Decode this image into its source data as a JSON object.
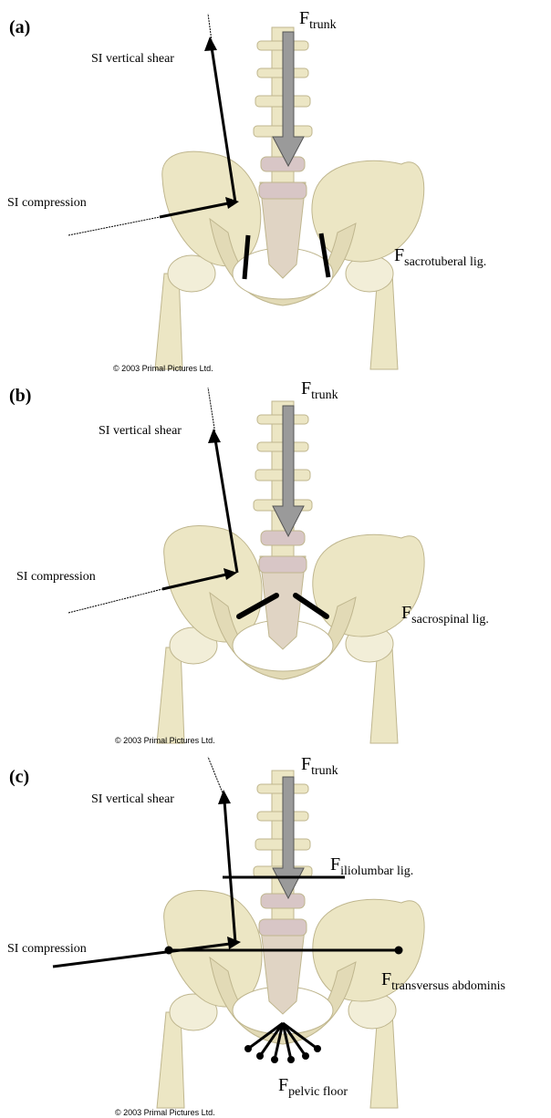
{
  "panels": [
    {
      "letter": "(a)",
      "trunk_base": "F",
      "trunk_sub": "trunk",
      "shear_label": "SI vertical shear",
      "compression_label": "SI compression",
      "forces": [
        {
          "base": "F",
          "sub": "sacrotuberal lig."
        }
      ],
      "copyright": "© 2003 Primal Pictures Ltd."
    },
    {
      "letter": "(b)",
      "trunk_base": "F",
      "trunk_sub": "trunk",
      "shear_label": "SI vertical shear",
      "compression_label": "SI compression",
      "forces": [
        {
          "base": "F",
          "sub": "sacrospinal lig."
        }
      ],
      "copyright": "© 2003 Primal Pictures Ltd."
    },
    {
      "letter": "(c)",
      "trunk_base": "F",
      "trunk_sub": "trunk",
      "shear_label": "SI vertical shear",
      "compression_label": "SI compression",
      "forces": [
        {
          "base": "F",
          "sub": "iliolumbar lig."
        },
        {
          "base": "F",
          "sub": "transversus abdominis"
        },
        {
          "base": "F",
          "sub": "pelvic floor"
        }
      ],
      "copyright": "© 2003 Primal Pictures Ltd."
    }
  ],
  "colors": {
    "bone": "#ece6c4",
    "bone_shade": "#cfc7a0",
    "disc": "#d8c6c6",
    "arrow_fill": "#9a9a9a",
    "line": "#000000"
  }
}
